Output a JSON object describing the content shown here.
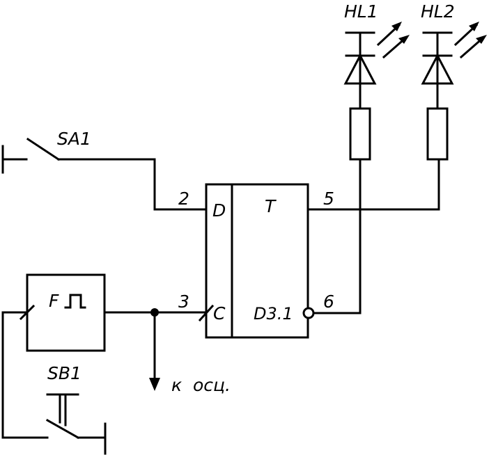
{
  "labels": {
    "switch": "SA1",
    "button": "SB1",
    "led1": "HL1",
    "led2": "HL2",
    "generator": "F",
    "trigger_type": "T",
    "trigger_ref": "D3.1",
    "input_d": "D",
    "input_c": "C",
    "pin_d": "2",
    "pin_c": "3",
    "pin_q": "5",
    "pin_nq": "6",
    "to_scope": "к  осц."
  }
}
